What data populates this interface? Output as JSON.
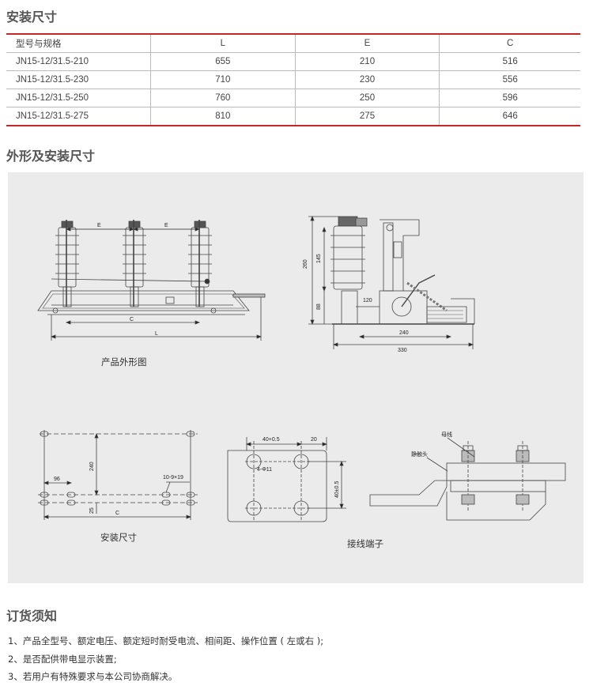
{
  "install_size_title": "安装尺寸",
  "table": {
    "headers": [
      "型号与规格",
      "L",
      "E",
      "C"
    ],
    "rows": [
      [
        "JN15-12/31.5-210",
        "655",
        "210",
        "516"
      ],
      [
        "JN15-12/31.5-230",
        "710",
        "230",
        "556"
      ],
      [
        "JN15-12/31.5-250",
        "760",
        "250",
        "596"
      ],
      [
        "JN15-12/31.5-275",
        "810",
        "275",
        "646"
      ]
    ]
  },
  "outline_title": "外形及安装尺寸",
  "figures": {
    "outline_caption": "产品外形图",
    "mount_caption": "安装尺寸",
    "terminal_caption": "接线端子",
    "dims": {
      "e": "E",
      "l": "L",
      "c": "C",
      "d260": "260",
      "d145": "145",
      "d88": "88",
      "d120": "120",
      "d240": "240",
      "d330": "330",
      "m240": "240",
      "m96": "96",
      "m25": "25",
      "slot": "10-9×19",
      "t40": "40+0.5",
      "t20": "20",
      "hole": "4-Φ11",
      "t40v": "40±0.5",
      "busbar": "母线",
      "static_contact": "静触头"
    }
  },
  "order_title": "订货须知",
  "notes": [
    "1、产品全型号、额定电压、额定短时耐受电流、相间距、操作位置 ( 左或右 );",
    "2、是否配供带电显示装置;",
    "3、若用户有特殊要求与本公司协商解决。"
  ]
}
